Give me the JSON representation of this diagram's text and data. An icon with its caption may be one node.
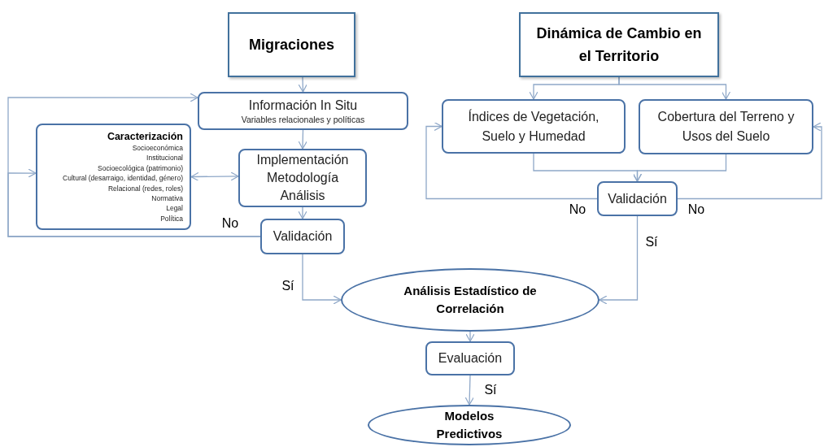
{
  "diagram": {
    "nodes": [
      {
        "text": [
          "Migraciones"
        ]
      },
      {
        "text": [
          "Información In Situ",
          "Variables relacionales y políticas"
        ]
      },
      {
        "text": [
          "Caracterización",
          "Socioeconómica",
          "Institucional",
          "Socioecológica (patrimonio)",
          "Cultural (desarraigo, identidad, género)",
          "Relacional (redes, roles)",
          "Normativa",
          "Legal",
          "Política"
        ]
      },
      {
        "text": [
          "Implementación Metodología Análisis"
        ]
      },
      {
        "text": [
          "Validación"
        ]
      },
      {
        "text": [
          "Dinámica de Cambio en el Territorio"
        ]
      },
      {
        "text": [
          "Índices de Vegetación, Suelo y Humedad"
        ]
      },
      {
        "text": [
          "Cobertura del Terreno y Usos del Suelo"
        ]
      },
      {
        "text": [
          "Validación"
        ]
      },
      {
        "text": [
          "Análisis Estadístico de Correlación"
        ]
      },
      {
        "text": [
          "Evaluación"
        ]
      },
      {
        "text": [
          "Modelos Predictivos"
        ]
      }
    ],
    "edges": [
      {
        "from": 0,
        "to": 1,
        "arrow": "to"
      },
      {
        "from": 1,
        "to": 3,
        "arrow": "to"
      },
      {
        "from": 2,
        "to": 3,
        "arrow": "both"
      },
      {
        "from": 3,
        "to": 4,
        "arrow": "to"
      },
      {
        "from": 4,
        "to": 1,
        "arrow": "to",
        "label": "No"
      },
      {
        "from": 4,
        "to": 2,
        "arrow": "to"
      },
      {
        "from": 4,
        "to": 9,
        "arrow": "to",
        "label": "Sí"
      },
      {
        "from": 5,
        "to": 6,
        "arrow": "to"
      },
      {
        "from": 5,
        "to": 7,
        "arrow": "to"
      },
      {
        "from": 6,
        "to": 8,
        "arrow": "to"
      },
      {
        "from": 7,
        "to": 8,
        "arrow": "to"
      },
      {
        "from": 8,
        "to": 6,
        "arrow": "to",
        "label": "No"
      },
      {
        "from": 8,
        "to": 7,
        "arrow": "to",
        "label": "No"
      },
      {
        "from": 8,
        "to": 9,
        "arrow": "to",
        "label": "Sí"
      },
      {
        "from": 9,
        "to": 10,
        "arrow": "to"
      },
      {
        "from": 10,
        "to": 11,
        "arrow": "to",
        "label": "Sí"
      }
    ]
  }
}
